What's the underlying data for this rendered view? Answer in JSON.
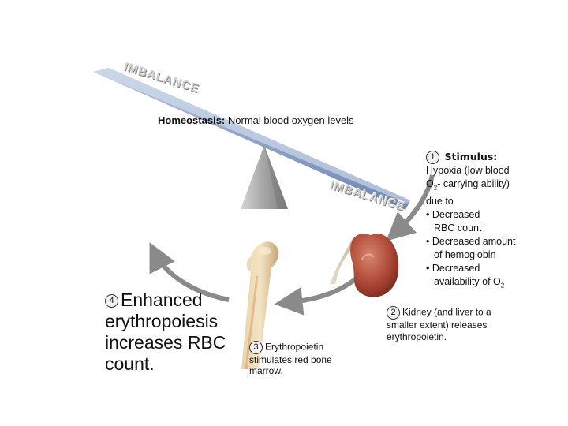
{
  "diagram": {
    "imbalance_left": "IMBALANCE",
    "imbalance_right": "IMBALANCE",
    "homeostasis_label": "Homeostasis:",
    "homeostasis_text": "Normal blood oxygen levels",
    "step1": {
      "number": "1",
      "title": "Stimulus:",
      "line1": "Hypoxia (low blood",
      "line2_pre": "O",
      "line2_sub": "2",
      "line2_post": "- carrying ability)",
      "line3": "due to",
      "bullet1a": "• Decreased",
      "bullet1b": "RBC count",
      "bullet2a": "• Decreased amount",
      "bullet2b": "of hemoglobin",
      "bullet3a": "• Decreased",
      "bullet3b_pre": "availability of O",
      "bullet3b_sub": "2"
    },
    "step2": {
      "number": "2",
      "text": "Kidney (and liver to a smaller extent) releases erythropoietin."
    },
    "step3": {
      "number": "3",
      "text": "Erythropoietin stimulates red bone marrow."
    },
    "step4": {
      "number": "4",
      "text": "Enhanced erythropoiesis increases RBC count."
    }
  }
}
